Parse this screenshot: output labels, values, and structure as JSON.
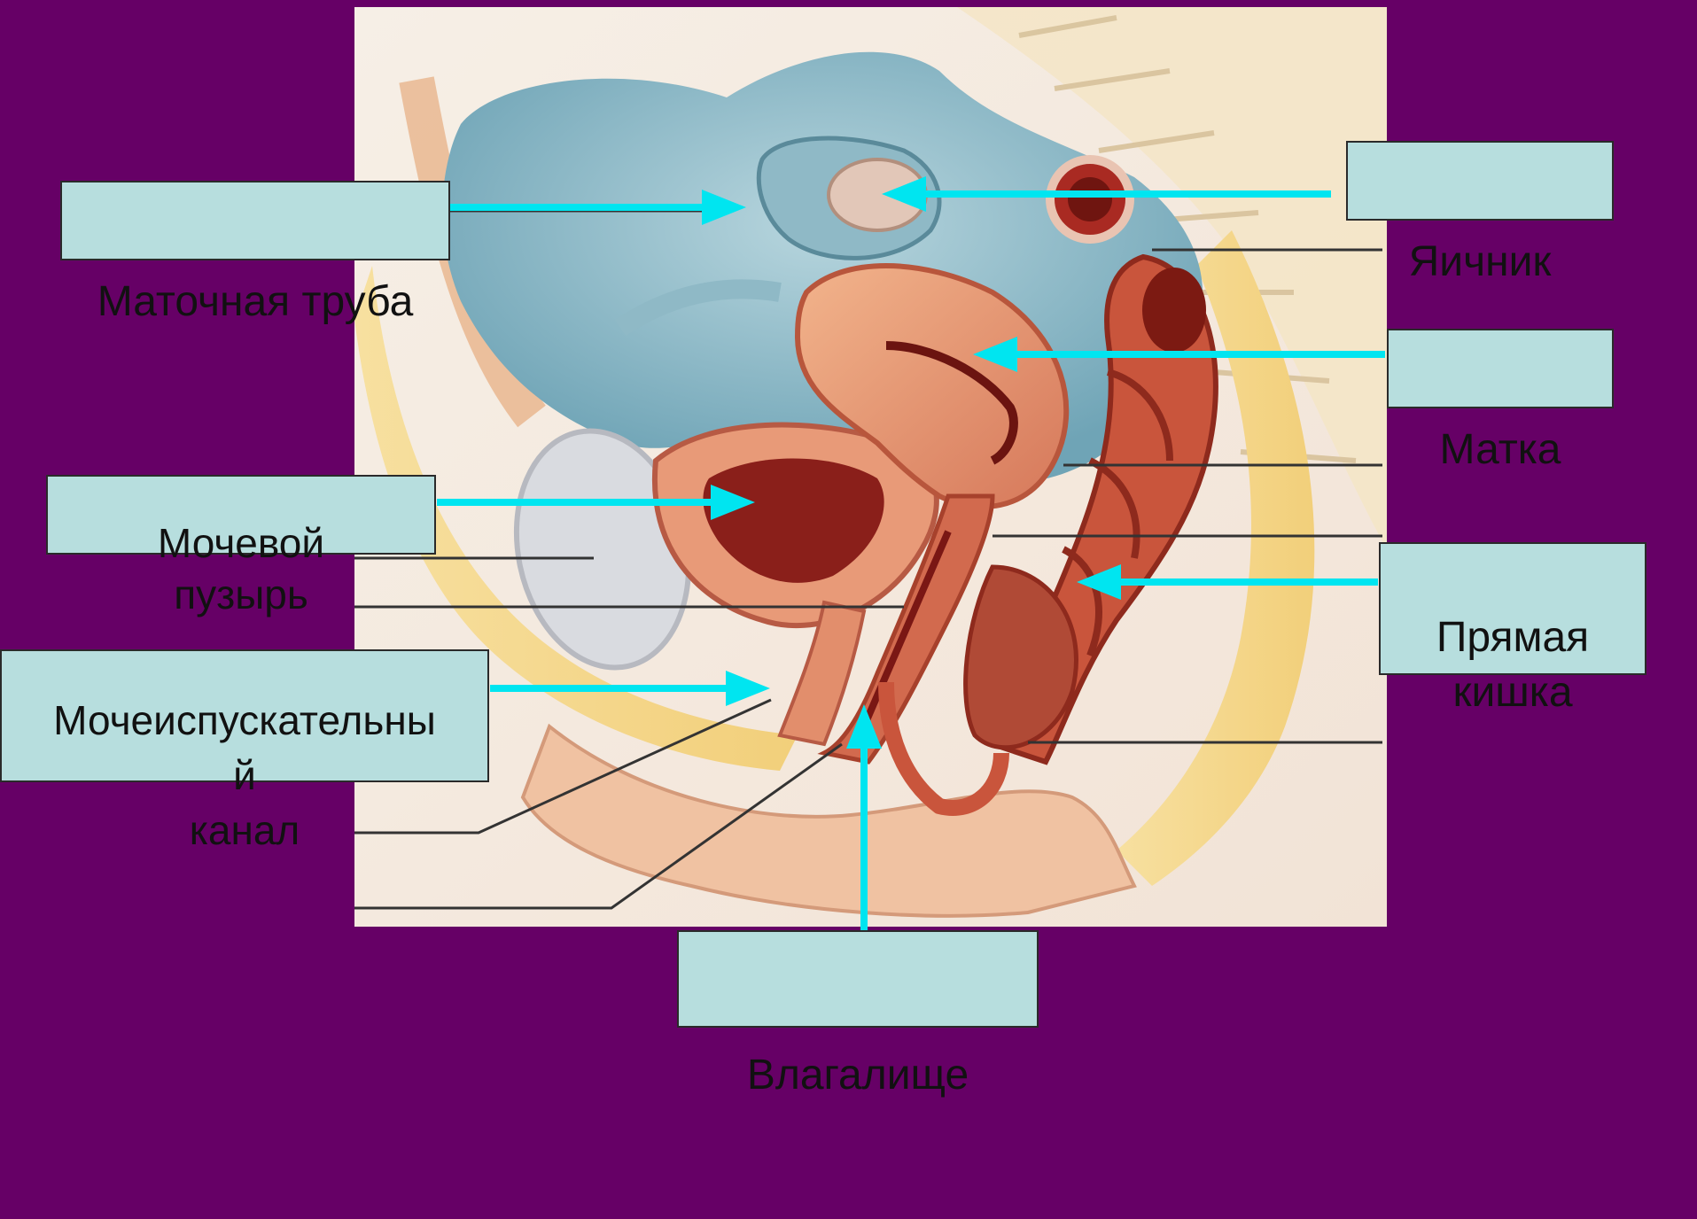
{
  "labels": {
    "fallopian_tube": "Маточная труба",
    "ovary": "Яичник",
    "uterus": "Матка",
    "bladder": "Мочевой\nпузырь",
    "rectum": "Прямая\nкишка",
    "urethra": "Мочеиспускательны\nй\nканал",
    "vagina": "Влагалище"
  },
  "colors": {
    "background": "#660066",
    "label_fill": "#b7dede",
    "arrow": "#00e5f0"
  }
}
